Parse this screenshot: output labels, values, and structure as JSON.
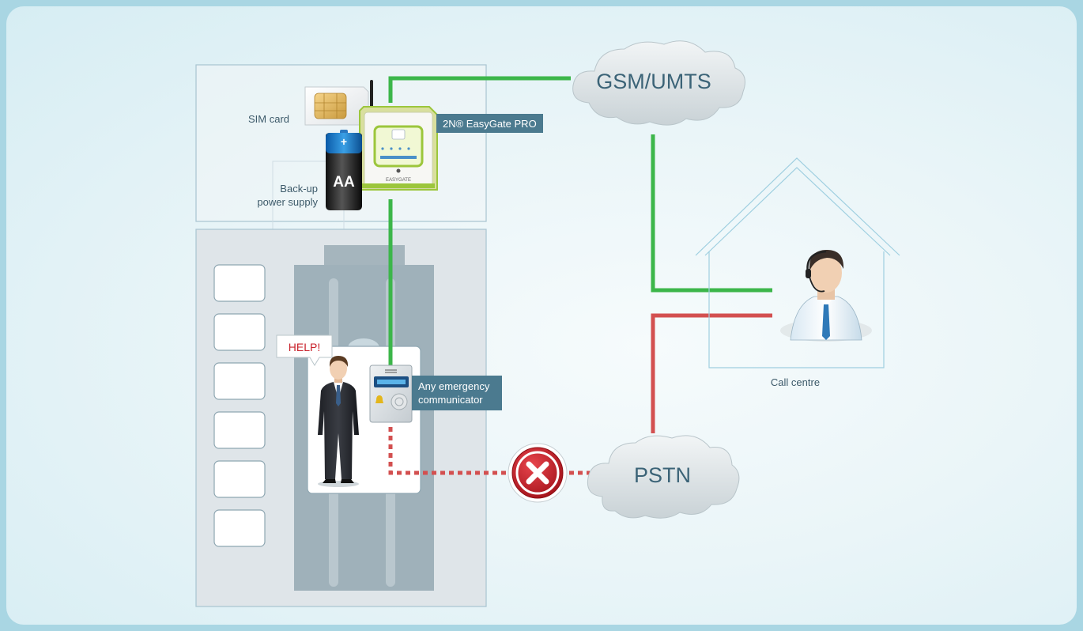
{
  "labels": {
    "sim_card": "SIM card",
    "device_name": "2N® EasyGate PRO",
    "battery_text": "AA",
    "backup_line1": "Back-up",
    "backup_line2": "power supply",
    "gsm_cloud": "GSM/UMTS",
    "pstn_cloud": "PSTN",
    "call_centre": "Call centre",
    "help_bubble": "HELP!",
    "communicator_line1": "Any emergency",
    "communicator_line2": "communicator",
    "device_logo": "EASYGATE"
  },
  "colors": {
    "gsm_link": "#3cb64a",
    "pstn_link": "#d35050",
    "tag_bg": "#4b7a8f",
    "error_icon": "#c8202a",
    "device_accent": "#9cc63c"
  },
  "connections": [
    {
      "from": "2N® EasyGate PRO",
      "to": "GSM/UMTS",
      "style": "solid",
      "color": "green"
    },
    {
      "from": "GSM/UMTS",
      "to": "Call centre",
      "style": "solid",
      "color": "green"
    },
    {
      "from": "2N® EasyGate PRO",
      "to": "Any emergency communicator",
      "style": "solid",
      "color": "green"
    },
    {
      "from": "PSTN",
      "to": "Call centre",
      "style": "solid",
      "color": "red"
    },
    {
      "from": "Any emergency communicator",
      "to": "PSTN",
      "style": "dashed",
      "color": "red",
      "status": "broken"
    }
  ]
}
